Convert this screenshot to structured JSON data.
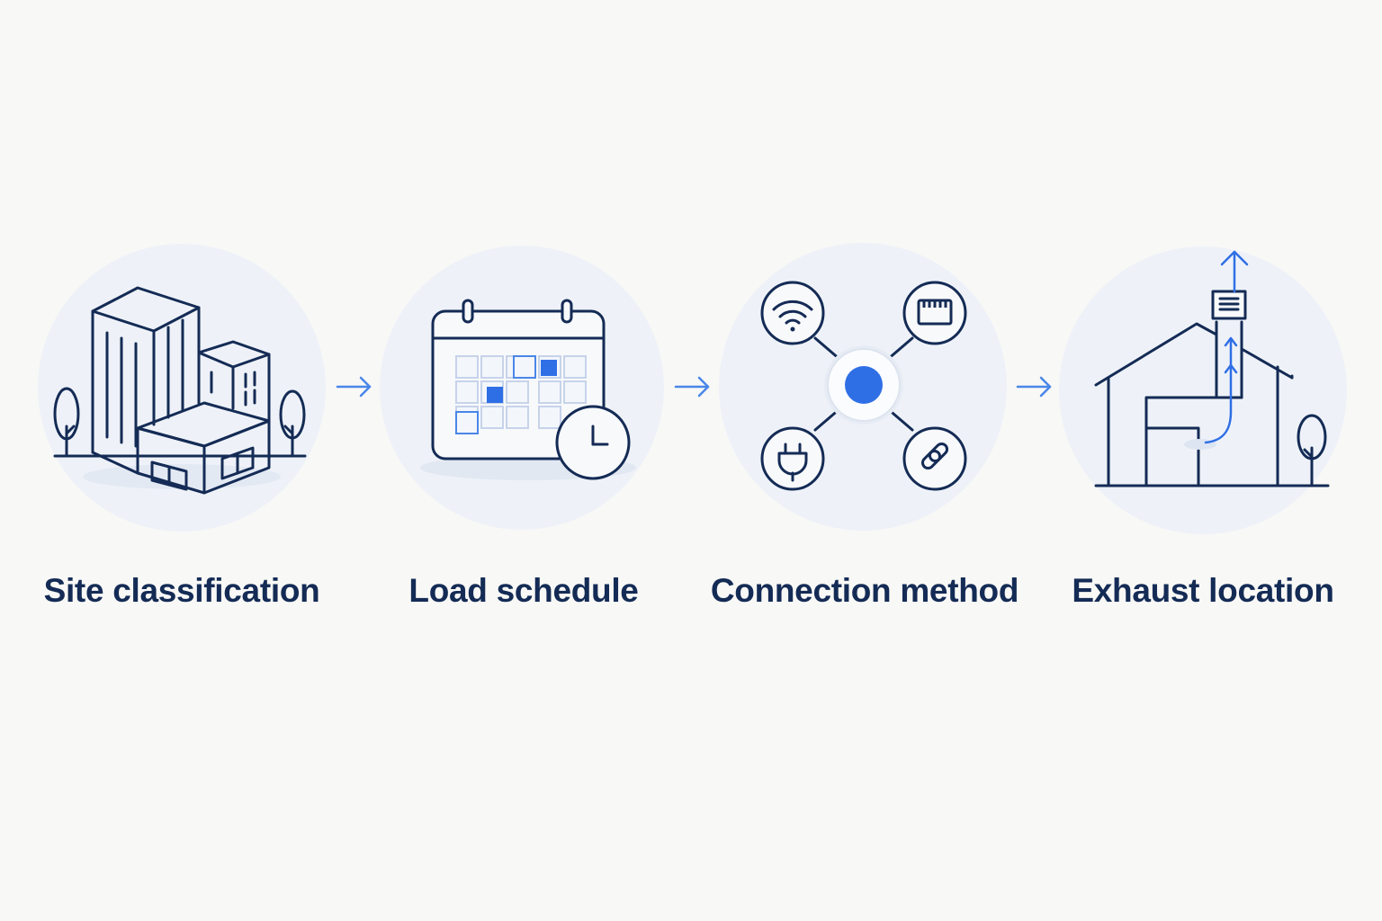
{
  "steps": [
    {
      "label": "Site classification",
      "icon": "buildings-icon"
    },
    {
      "label": "Load schedule",
      "icon": "calendar-clock-icon"
    },
    {
      "label": "Connection method",
      "icon": "connection-hub-icon"
    },
    {
      "label": "Exhaust location",
      "icon": "house-exhaust-icon"
    }
  ],
  "connectors": [
    "arrow-right-icon",
    "arrow-right-icon",
    "arrow-right-icon"
  ],
  "colors": {
    "background": "#f8f8f6",
    "circle": "#eef2f8",
    "stroke": "#142b55",
    "accent": "#2f6fe6",
    "label": "#142b55"
  }
}
